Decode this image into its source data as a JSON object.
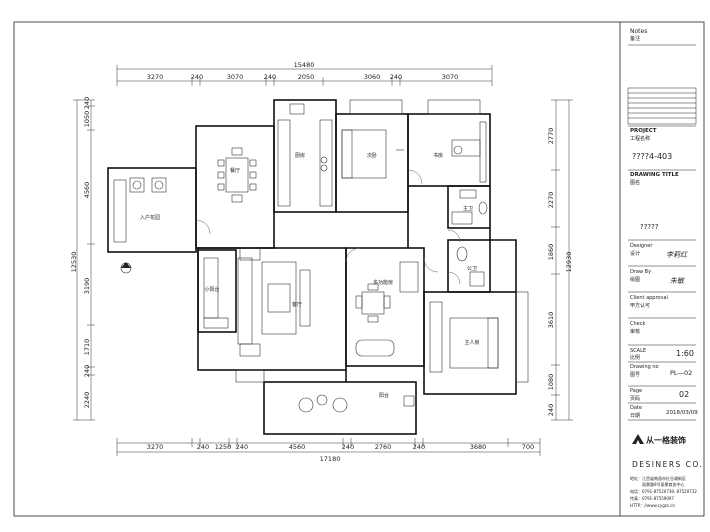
{
  "plan": {
    "top_total": "15480",
    "top_dims": [
      "3270",
      "240",
      "3070",
      "240",
      "2050",
      "3060",
      "240",
      "3070"
    ],
    "bottom_total": "17180",
    "bottom_dims": [
      "3270",
      "240",
      "1250",
      "240",
      "4560",
      "240",
      "2760",
      "240",
      "3680",
      "700"
    ],
    "left_total": "12530",
    "left_dims": [
      "240",
      "1050",
      "4560",
      "3190",
      "1710",
      "240",
      "2240"
    ],
    "right_total": "12930",
    "right_dims": [
      "2770",
      "2270",
      "1860",
      "3610",
      "1080",
      "240"
    ],
    "rooms": [
      {
        "name": "入户花园"
      },
      {
        "name": "餐厅"
      },
      {
        "name": "厨房"
      },
      {
        "name": "次卧"
      },
      {
        "name": "书房"
      },
      {
        "name": "客厅"
      },
      {
        "name": "多功能房"
      },
      {
        "name": "主人房"
      },
      {
        "name": "公卫"
      },
      {
        "name": "主卫"
      },
      {
        "name": "阳台"
      },
      {
        "name": "小阳台"
      }
    ]
  },
  "titleblock": {
    "notes_label": "Notes",
    "notes_cn": "备注",
    "project_label": "PROJECT",
    "project_cn": "工程名称",
    "project_value": "????4-403",
    "drawing_title_label": "DRAWING TITLE",
    "drawing_title_cn": "图名",
    "drawing_title_value": "?????",
    "designer_label": "Designer",
    "designer_cn": "设计",
    "designer_value": "李莉红",
    "drawn_by_label": "Draw By",
    "drawn_by_cn": "绘图",
    "drawn_by_value": "朱敏",
    "client_label": "Client approval",
    "client_cn": "甲方认可",
    "check_label": "Check",
    "check_cn": "审核",
    "scale_label": "SCALE",
    "scale_cn": "比例",
    "scale_value": "1:60",
    "drawing_no_label": "Drawing no",
    "drawing_no_cn": "图号",
    "drawing_no_value": "PL—02",
    "page_label": "Page",
    "page_cn": "页码",
    "page_value": "02",
    "date_label": "Date",
    "date_cn": "日期",
    "date_value": "2018/03/09",
    "company_logo": "从一格装饰",
    "company_name": "DESINERS CO.",
    "address_line1": "地址：江西省南昌市红谷滩新区",
    "address_line2": "丽景路9号丽景商务中心",
    "tel": "电话：0791-87520739, 87520732",
    "fax": "传真：0791-87559097",
    "http": "HTTP：//www.cygzs.cn"
  }
}
